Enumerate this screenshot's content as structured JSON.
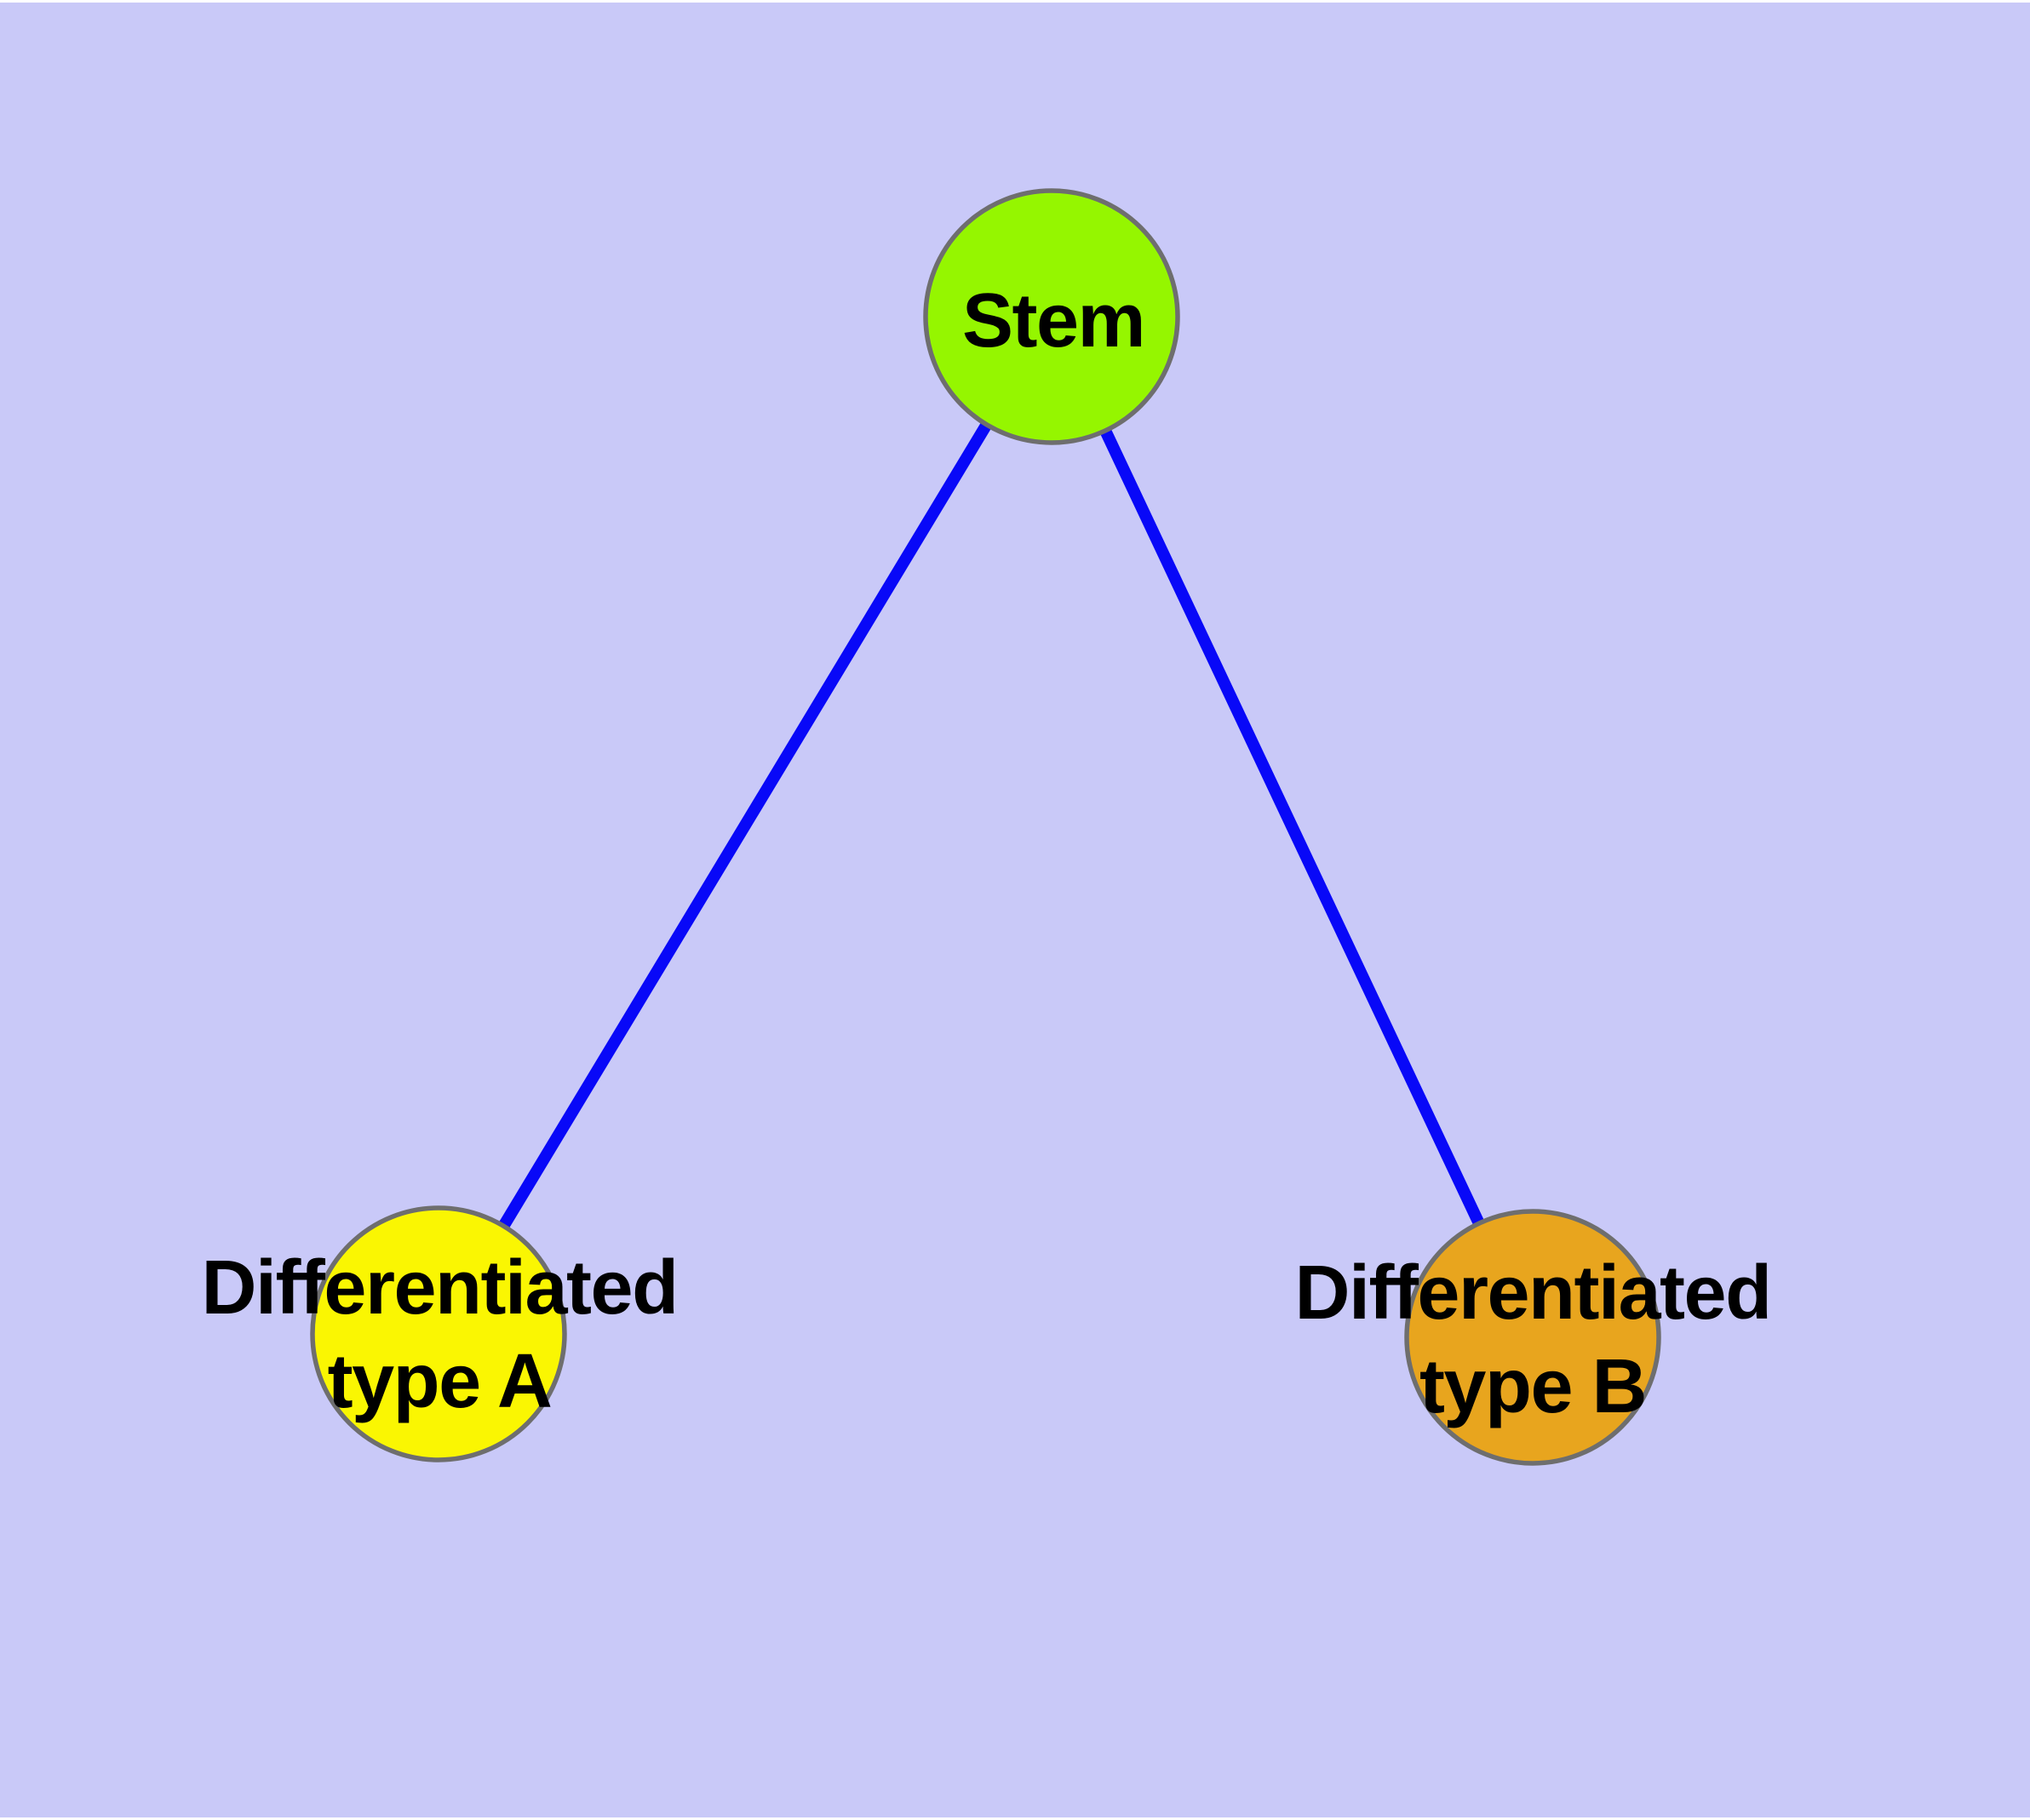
{
  "diagram": {
    "background_color": "#C9C9F8",
    "edge_color": "#0808F8",
    "node_border_color": "#6E6E6E",
    "nodes": {
      "stem": {
        "label": "Stem",
        "color": "#95F600"
      },
      "typeA": {
        "label": "Differentiated\ntype A",
        "color": "#FAF602"
      },
      "typeB": {
        "label": "Differentiated\ntype B",
        "color": "#E8A51E"
      }
    },
    "edges": [
      {
        "from": "Stem",
        "to": "Differentiated type A"
      },
      {
        "from": "Stem",
        "to": "Differentiated type B"
      }
    ]
  }
}
